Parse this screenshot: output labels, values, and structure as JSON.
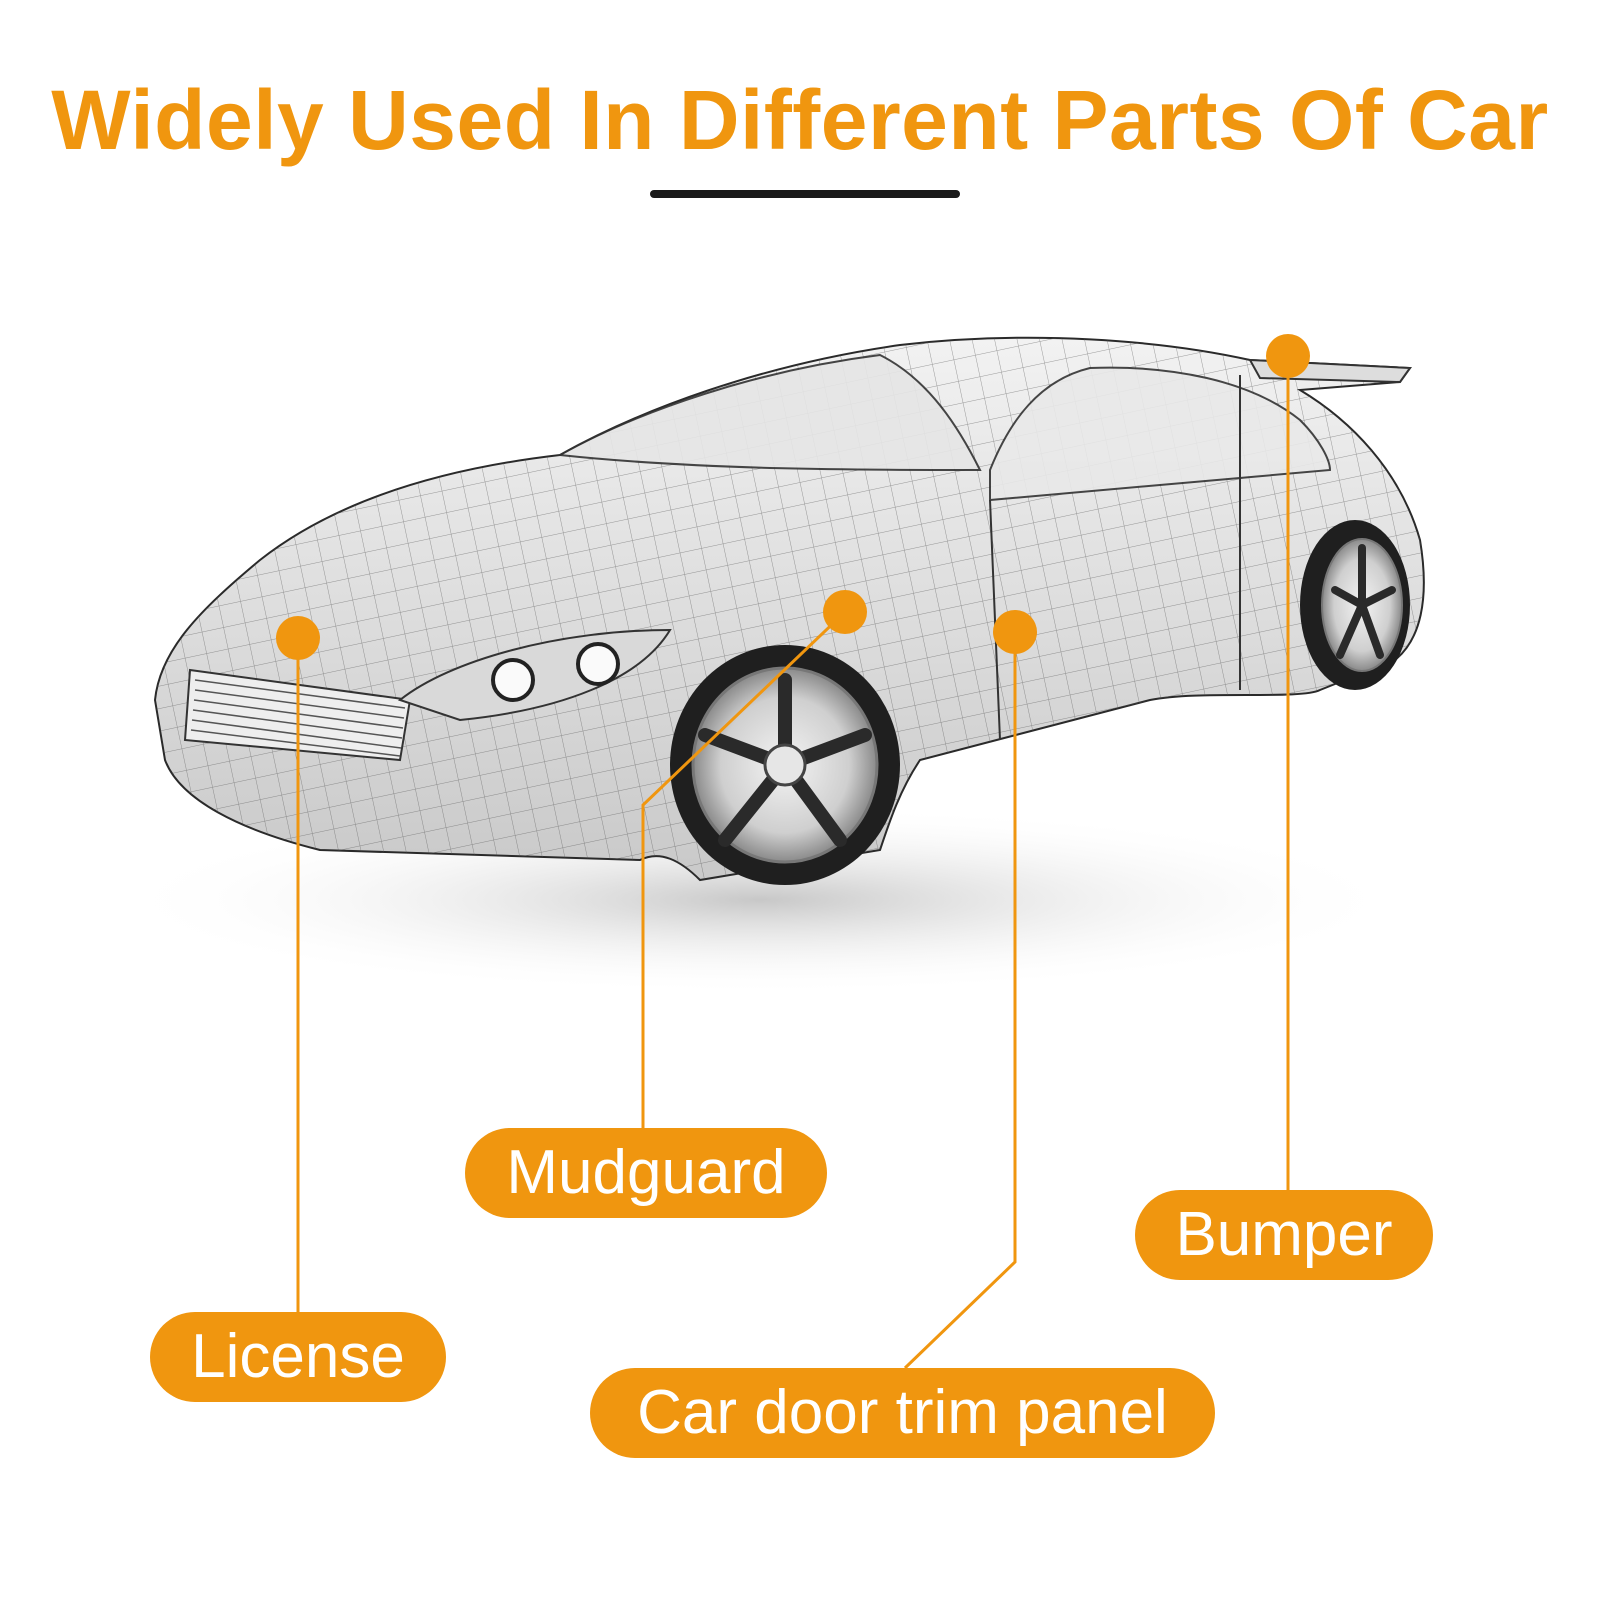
{
  "title": "Widely Used In Different Parts Of Car",
  "colors": {
    "accent": "#F0960F",
    "divider": "#1a1a1a",
    "text_on_accent": "#ffffff"
  },
  "labels": {
    "license": "License",
    "mudguard": "Mudguard",
    "door_trim": "Car door trim panel",
    "bumper": "Bumper"
  },
  "illustration": "wireframe-sports-car"
}
